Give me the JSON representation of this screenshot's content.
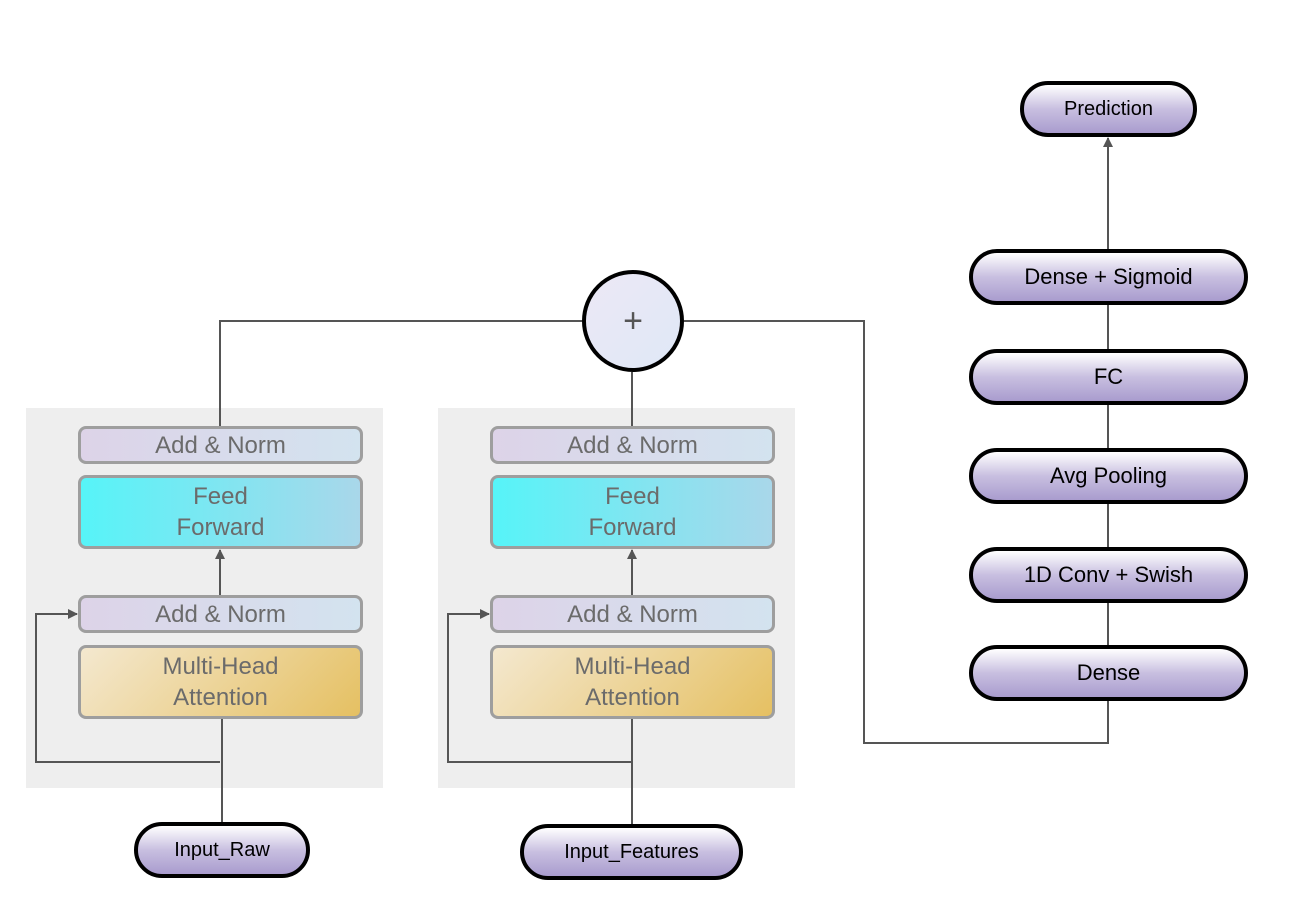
{
  "encoder_left": {
    "add_norm_top": "Add & Norm",
    "feed_forward": "Feed\nForward",
    "add_norm_bottom": "Add & Norm",
    "multi_head_attention": "Multi-Head\nAttention"
  },
  "encoder_right": {
    "add_norm_top": "Add & Norm",
    "feed_forward": "Feed\nForward",
    "add_norm_bottom": "Add & Norm",
    "multi_head_attention": "Multi-Head\nAttention"
  },
  "inputs": {
    "raw": "Input_Raw",
    "features": "Input_Features"
  },
  "merge": {
    "symbol": "+"
  },
  "head": {
    "dense": "Dense",
    "conv": "1D Conv + Swish",
    "pooling": "Avg Pooling",
    "fc": "FC",
    "dense_sigmoid": "Dense + Sigmoid",
    "prediction": "Prediction"
  },
  "colors": {
    "panel": "#eeeeee",
    "line": "#555555",
    "pill_dark": "#a99cce",
    "feed_forward_cyan": "#56f4f8",
    "attention_gold": "#e5c062"
  }
}
